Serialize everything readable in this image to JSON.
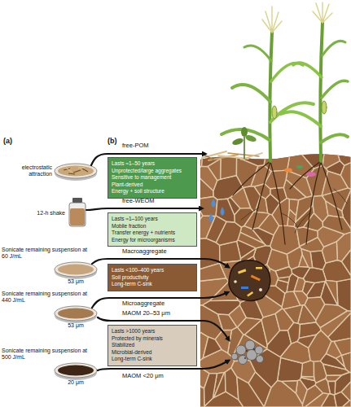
{
  "diagram": {
    "nodes": [
      {
        "text": [
          "Lasts ≈1–50 years",
          "Unprotected/large aggregates",
          "Sensitive to management",
          "Plant-derived",
          "Energy + soil structure"
        ]
      },
      {
        "text": [
          "Lasts ≈1–100 years",
          "Mobile fraction",
          "Transfer energy + nutrients",
          "Energy for microorganisms"
        ]
      },
      {
        "text": [
          "Lasts <100–400 years",
          "Soil productivity",
          "Long-term C-sink"
        ]
      },
      {
        "text": [
          "Lasts >1000 years",
          "Protected by minerals",
          "Stabilized",
          "Microbial-derived",
          "Long-term C-sink"
        ]
      }
    ],
    "labels": [
      "(a)",
      "(b)",
      "electrostatic attraction",
      "12-h shake",
      "free-POM",
      "free-WEOM",
      "Sonicate remaining suspension at 60 J/mL",
      "53 μm",
      "Macroaggregate",
      "Sonicate remaining suspension at 440 J/mL",
      "53 μm",
      "Microaggregate",
      "MAOM 20–53 μm",
      "Sonicate remaining suspension at 500 J/mL",
      "20 μm",
      "MAOM <20 μm"
    ]
  }
}
